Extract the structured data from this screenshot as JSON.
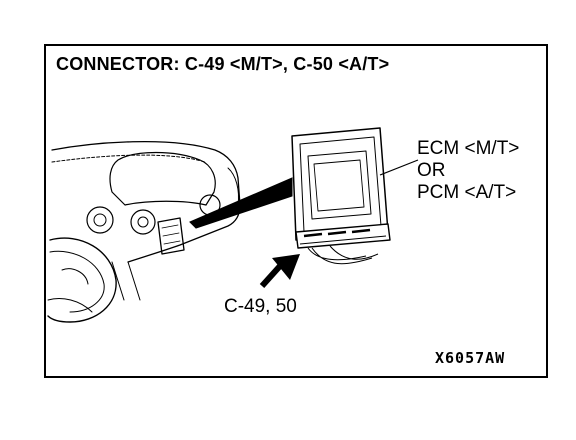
{
  "title": "CONNECTOR: C-49 <M/T>, C-50 <A/T>",
  "module_label": {
    "line1": "ECM <M/T>",
    "line2": "OR",
    "line3": "PCM <A/T>"
  },
  "connector_label": "C-49, 50",
  "figure_code": "X6057AW"
}
